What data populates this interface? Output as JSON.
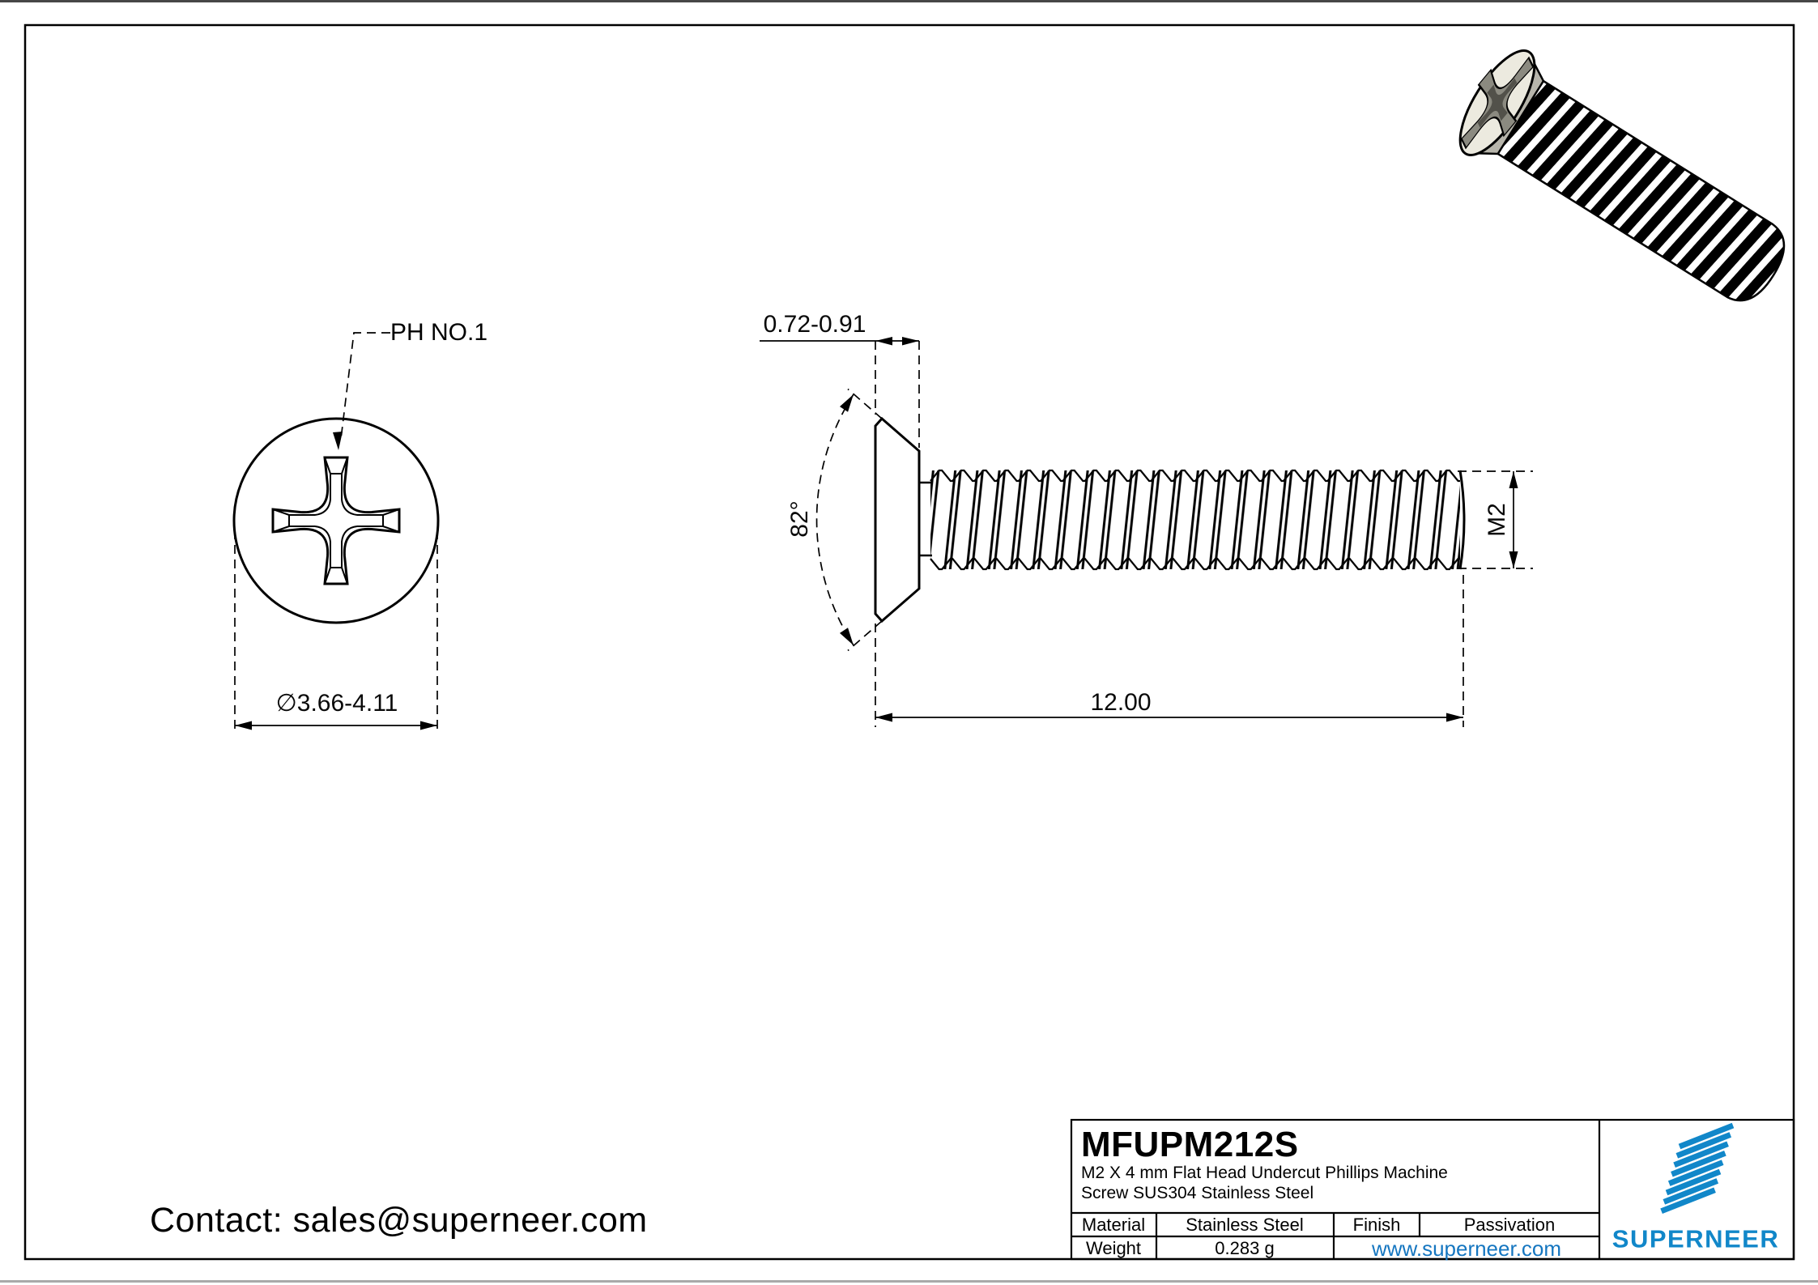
{
  "page": {
    "contact": "Contact: sales@superneer.com"
  },
  "views": {
    "front": {
      "drive_label": "PH NO.1",
      "head_diameter": "∅3.66-4.11"
    },
    "side": {
      "head_height": "0.72-0.91",
      "countersink_angle": "82°",
      "thread_size": "M2",
      "length": "12.00"
    }
  },
  "title_block": {
    "part_number": "MFUPM212S",
    "description_line1": "M2 X 4 mm  Flat Head Undercut Phillips Machine",
    "description_line2": "Screw SUS304 Stainless Steel",
    "material_label": "Material",
    "material_value": "Stainless Steel",
    "finish_label": "Finish",
    "finish_value": "Passivation",
    "weight_label": "Weight",
    "weight_value": "0.283 g",
    "website": "www.superneer.com",
    "brand": {
      "name": "SUPERNEER",
      "logo_icon": "diagonal-stripes-icon",
      "logo_color": "#1187C9",
      "link_color": "#1576C0"
    }
  },
  "drawing_colors": {
    "line": "#000000",
    "head_face_3d": "#ECEADF",
    "head_shade_3d": "#B7B5AB",
    "recess_3d": "#8B8A80"
  }
}
